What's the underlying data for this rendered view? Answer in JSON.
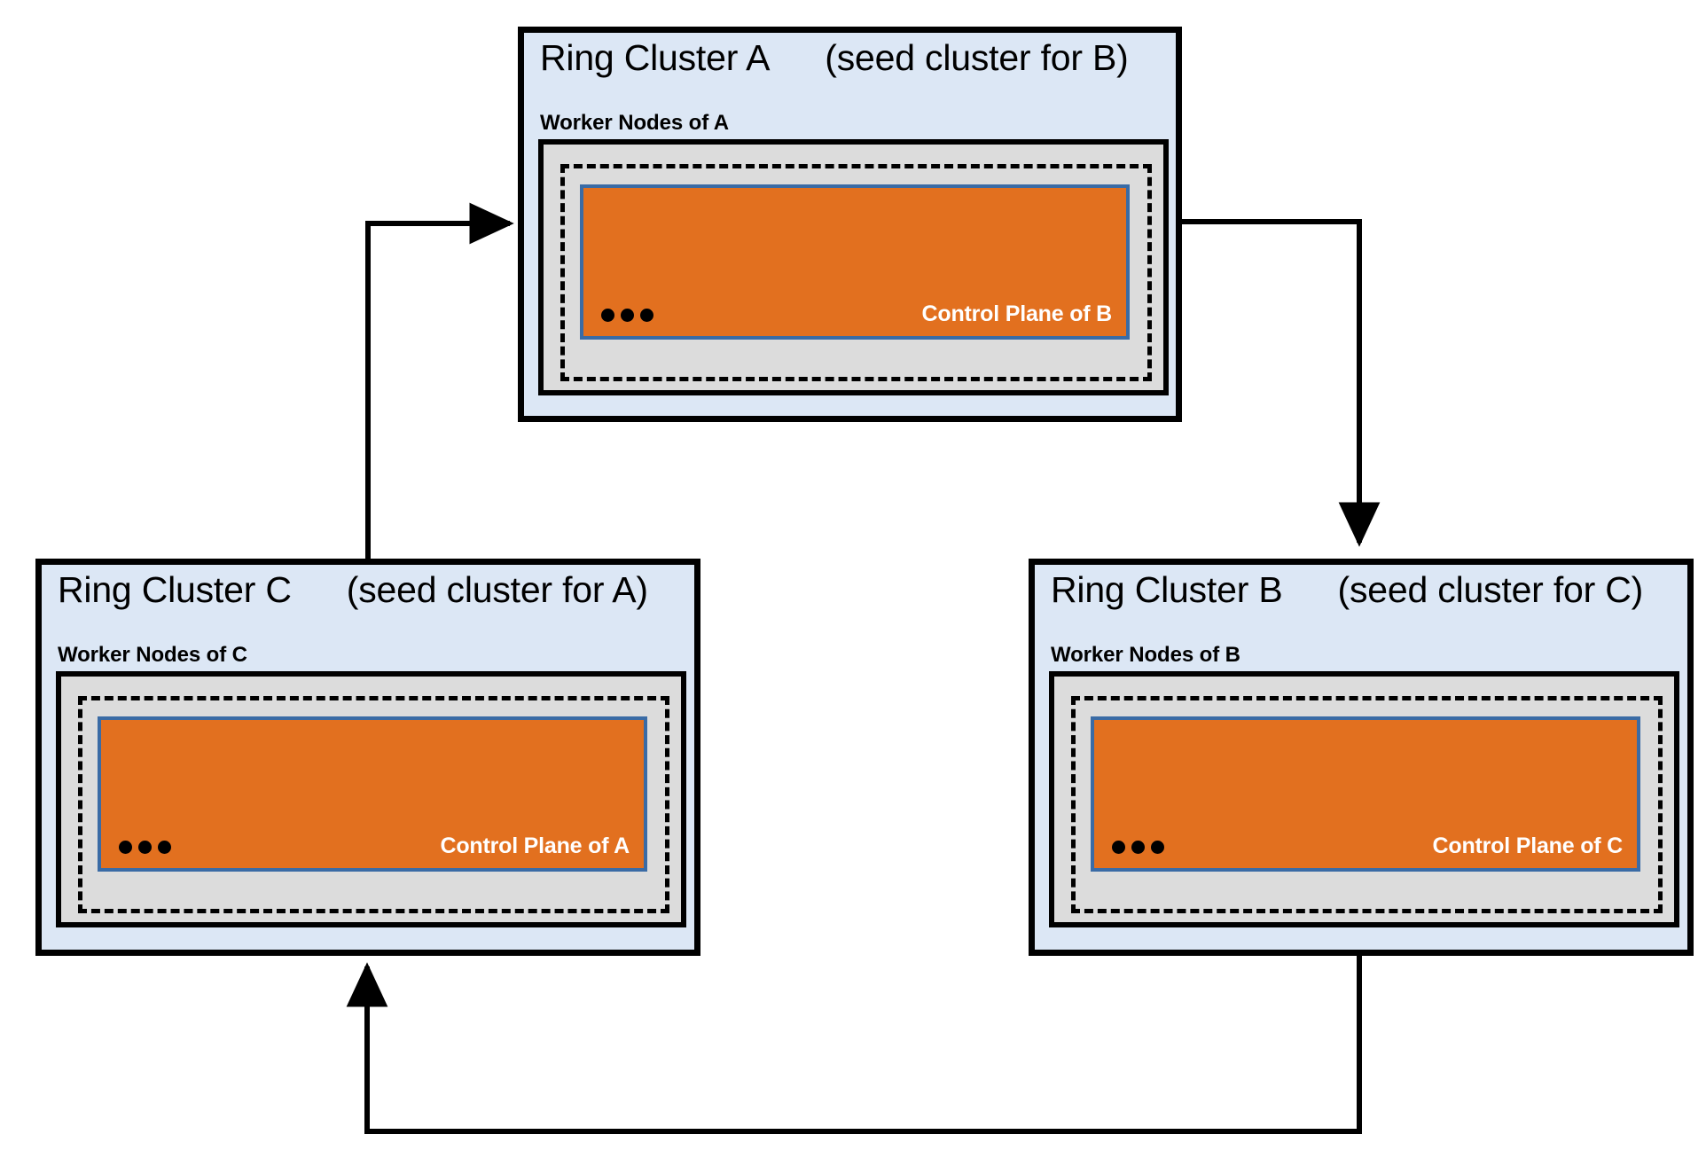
{
  "diagram": {
    "title_visible": false,
    "background": "#ffffff",
    "colors": {
      "cluster_fill": "#dce7f5",
      "cluster_border": "#000000",
      "worker_fill": "#dcdcdc",
      "worker_border": "#000000",
      "dashed_border": "#000000",
      "control_plane_fill": "#e2701f",
      "control_plane_border": "#3a6ba5",
      "control_plane_text": "#ffffff",
      "arrow": "#000000"
    },
    "clusters": [
      {
        "id": "A",
        "name": "Ring Cluster A",
        "seed_note": "(seed cluster for B)",
        "worker_label": "Worker Nodes of A",
        "control_plane_label": "Control Plane of B",
        "ellipsis": "•••"
      },
      {
        "id": "C",
        "name": "Ring Cluster C",
        "seed_note": "(seed cluster for A)",
        "worker_label": "Worker Nodes of C",
        "control_plane_label": "Control Plane of A",
        "ellipsis": "•••"
      },
      {
        "id": "B",
        "name": "Ring Cluster B",
        "seed_note": "(seed cluster for C)",
        "worker_label": "Worker Nodes of B",
        "control_plane_label": "Control Plane of C",
        "ellipsis": "•••"
      }
    ],
    "connections": [
      {
        "id": "a-to-b",
        "from": "Ring Cluster A",
        "to": "Ring Cluster B",
        "direction": "right-then-down"
      },
      {
        "id": "b-to-c",
        "from": "Ring Cluster B",
        "to": "Ring Cluster C",
        "direction": "down-then-left-then-up"
      },
      {
        "id": "c-to-a",
        "from": "Ring Cluster C",
        "to": "Ring Cluster A",
        "direction": "up-then-right"
      }
    ]
  }
}
